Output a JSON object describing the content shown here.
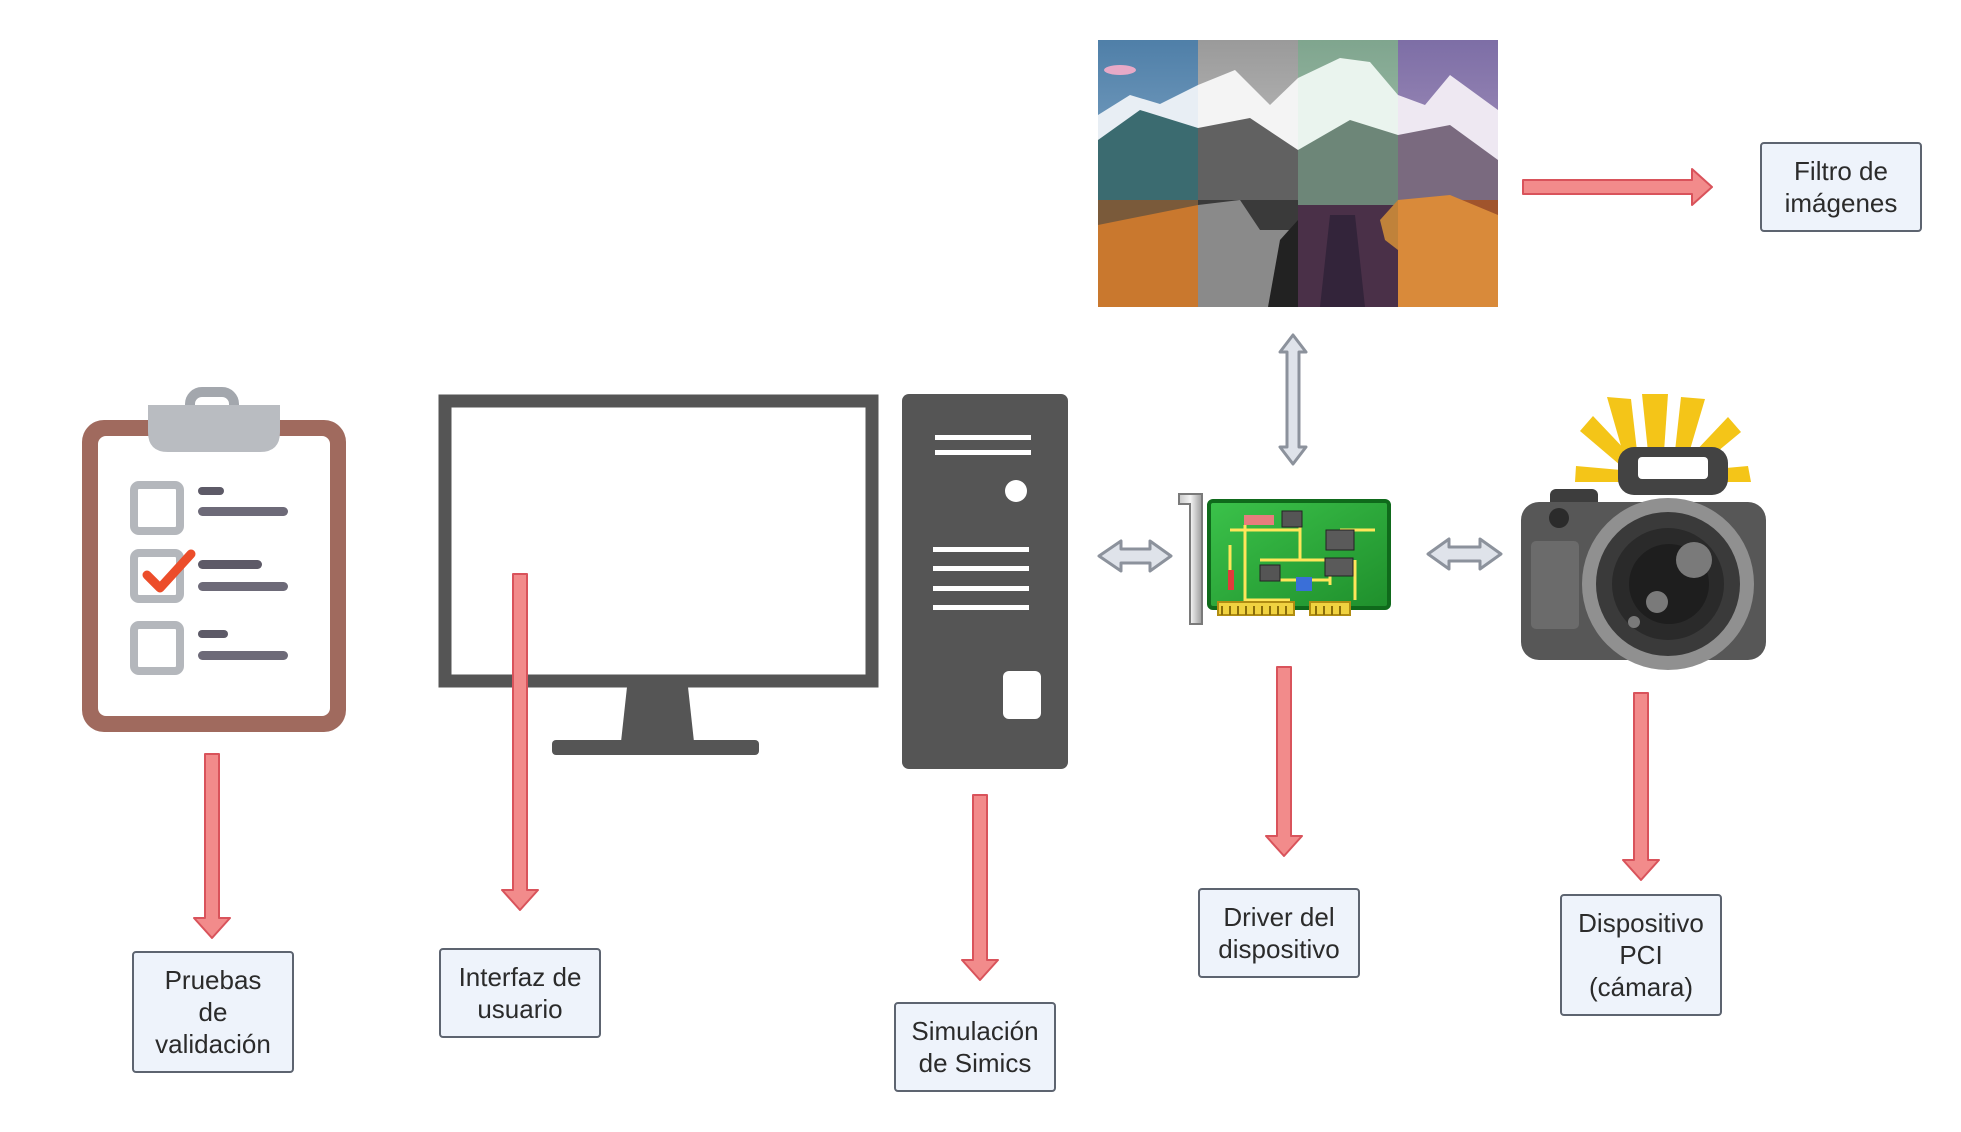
{
  "labels": {
    "validation_tests": "Pruebas\nde\nvalidación",
    "user_interface": "Interfaz de\nusuario",
    "simics_simulation": "Simulación\nde Simics",
    "device_driver": "Driver del\ndispositivo",
    "pci_device": "Dispositivo\nPCI\n(cámara)",
    "image_filter": "Filtro de\nimágenes"
  },
  "colors": {
    "arrow_fill": "#f28b8b",
    "arrow_stroke": "#d9535b",
    "double_arrow_fill": "#dfe3ea",
    "double_arrow_stroke": "#8c929c",
    "computer_gray": "#555555",
    "clipboard_brown": "#a06a5e",
    "label_bg": "#eef3fb",
    "label_border": "#5d6470"
  },
  "icons": [
    "clipboard-checklist-icon",
    "monitor-icon",
    "pc-tower-icon",
    "pci-card-icon",
    "camera-icon",
    "filtered-landscape-image"
  ]
}
